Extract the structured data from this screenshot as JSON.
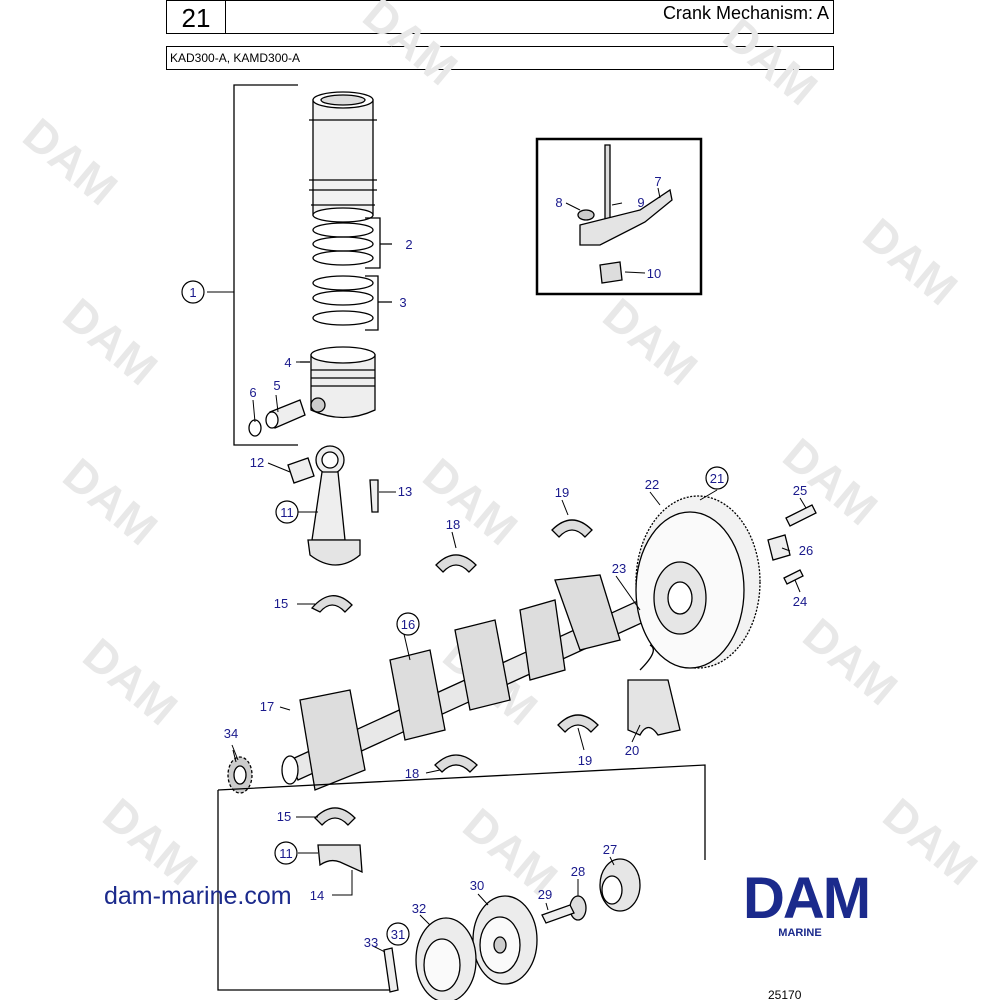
{
  "header": {
    "section_number": "21",
    "title": "Crank Mechanism: A"
  },
  "models": "KAD300-A, KAMD300-A",
  "watermark": "DAM",
  "website": "dam-marine.com",
  "brand": {
    "logo_text": "DAM",
    "subtitle": "MARINE",
    "color": "#1b2a8c"
  },
  "doc_number": "25170",
  "callouts": [
    "1",
    "2",
    "3",
    "4",
    "5",
    "6",
    "7",
    "8",
    "9",
    "10",
    "11",
    "12",
    "13",
    "14",
    "15",
    "16",
    "17",
    "18",
    "19",
    "20",
    "21",
    "22",
    "23",
    "24",
    "25",
    "26",
    "27",
    "28",
    "29",
    "30",
    "31",
    "32",
    "33",
    "34"
  ],
  "label_color": "#1a1a8c"
}
